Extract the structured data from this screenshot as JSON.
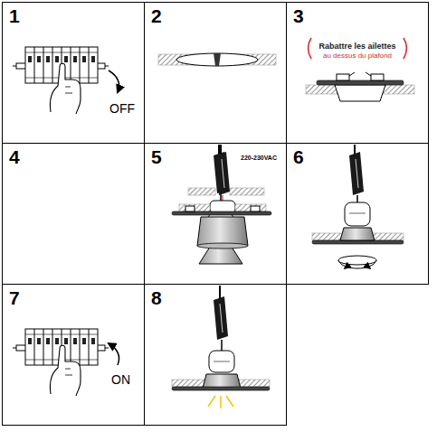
{
  "diagram": {
    "nodes": [
      {
        "text": [
          "1",
          "OFF"
        ]
      },
      {
        "text": [
          "2"
        ]
      },
      {
        "text": [
          "3",
          "Rabattre les ailettes",
          "au dessus du plafond"
        ]
      },
      {
        "text": [
          "4"
        ]
      },
      {
        "text": [
          "5",
          "220-230VAC"
        ]
      },
      {
        "text": [
          "6"
        ]
      },
      {
        "text": [
          "7",
          "ON"
        ]
      },
      {
        "text": [
          "8"
        ]
      }
    ]
  }
}
